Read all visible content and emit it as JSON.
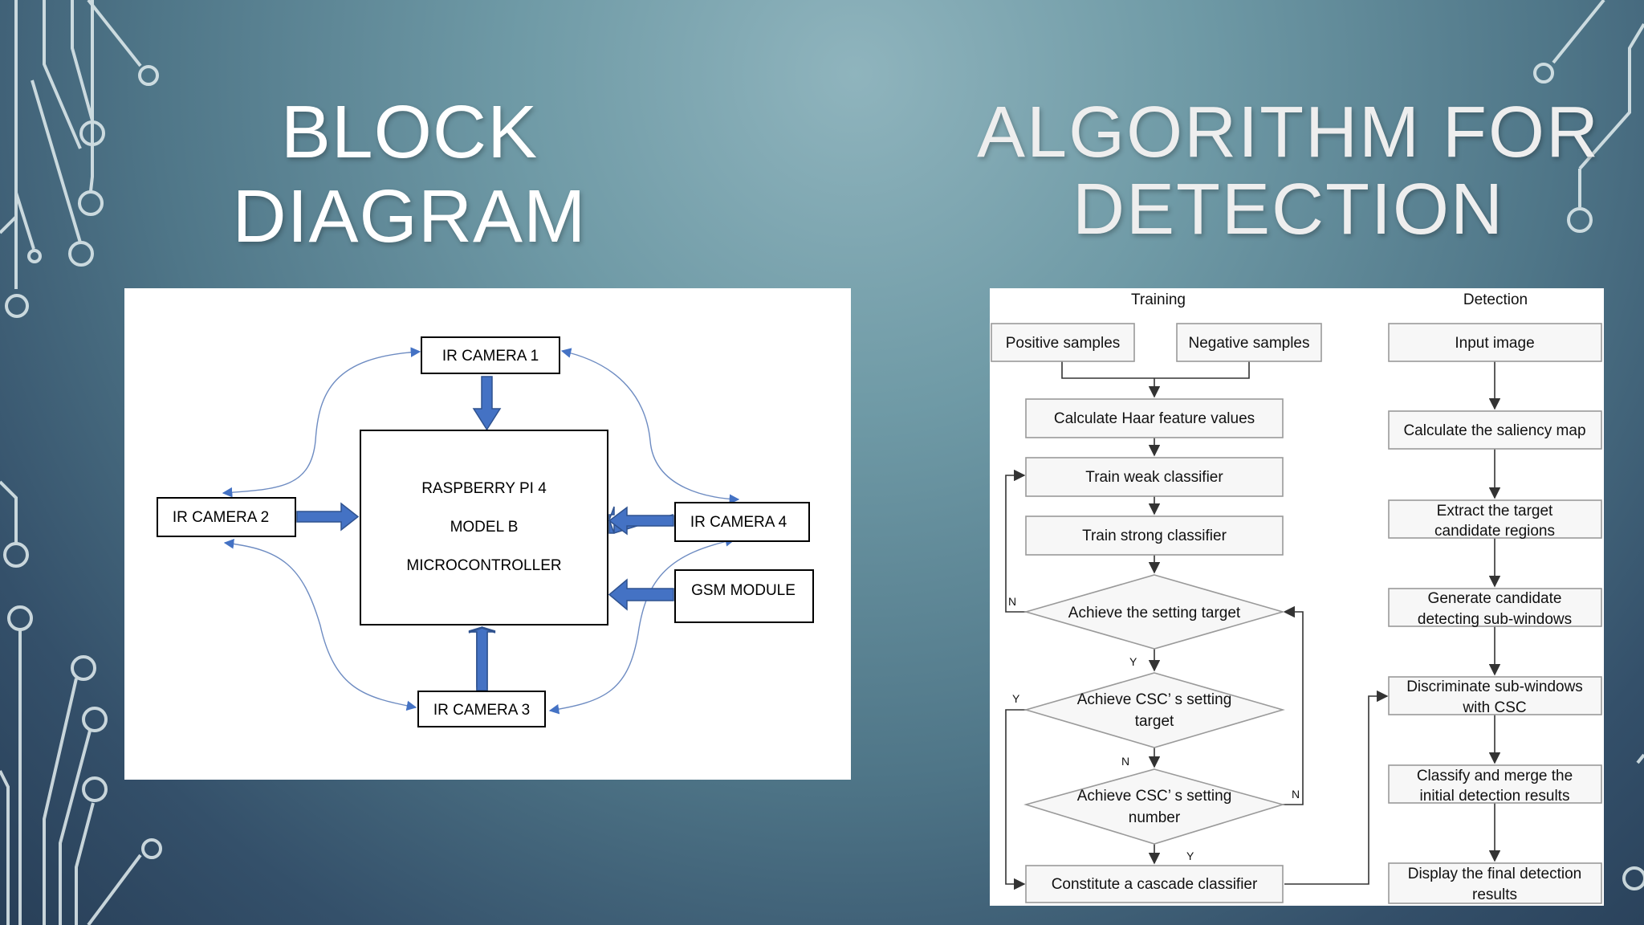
{
  "slide": {
    "title_left": [
      "BLOCK",
      "DIAGRAM"
    ],
    "title_right": [
      "ALGORITHM FOR",
      "DETECTION"
    ]
  },
  "block_diagram": {
    "camera_1": "IR CAMERA 1",
    "camera_2": "IR CAMERA 2",
    "camera_3": "IR CAMERA 3",
    "camera_4": "IR CAMERA 4",
    "gsm": "GSM MODULE",
    "controller": [
      "RASPBERRY PI 4",
      "MODEL B",
      "MICROCONTROLLER"
    ]
  },
  "flowchart": {
    "training_header": "Training",
    "detection_header": "Detection",
    "positive": "Positive samples",
    "negative": "Negative samples",
    "haar": "Calculate Haar feature values",
    "weak": "Train weak classifier",
    "strong": "Train strong classifier",
    "achieve_target": "Achieve the setting target",
    "csc_target": [
      "Achieve CSC’ s setting",
      "target"
    ],
    "csc_number": [
      "Achieve CSC’ s setting",
      "number"
    ],
    "cascade": "Constitute a cascade classifier",
    "input_image": "Input image",
    "saliency": "Calculate the saliency map",
    "extract": [
      "Extract  the target",
      "candidate regions"
    ],
    "generate": [
      "Generate candidate",
      "detecting sub-windows"
    ],
    "discriminate": [
      "Discriminate sub-windows",
      "with CSC"
    ],
    "classify": [
      "Classify and merge the",
      "initial detection results"
    ],
    "display": [
      "Display the final detection",
      "results"
    ],
    "labels": {
      "n": "N",
      "y": "Y"
    }
  },
  "colors": {
    "arrow_fill": "#4472c4",
    "arrow_stroke": "#2f528f",
    "curve": "#6e8cc2",
    "flow_stroke": "#9a9a9a",
    "flow_box_fill": "#f7f7f7",
    "decoration": "#e3eef0"
  }
}
